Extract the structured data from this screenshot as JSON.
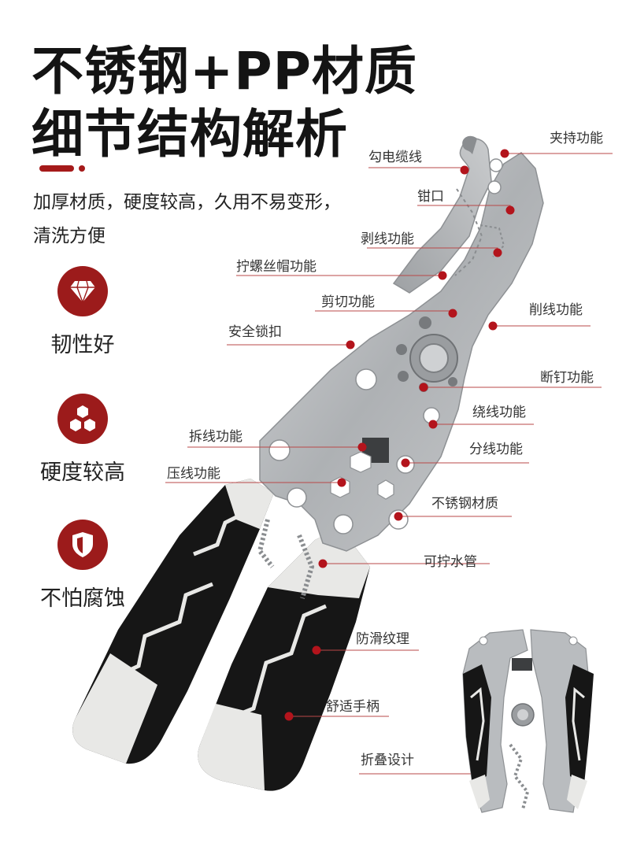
{
  "title": {
    "line1": "不锈钢+PP材质",
    "line2": "细节结构解析"
  },
  "description": "加厚材质，硬度较高，久用不易变形，清洗方便",
  "features": [
    {
      "label": "韧性好",
      "icon": "diamond-icon"
    },
    {
      "label": "硬度较高",
      "icon": "hexagon-cluster-icon"
    },
    {
      "label": "不怕腐蚀",
      "icon": "shield-icon"
    }
  ],
  "callouts": {
    "clamp": "夹持功能",
    "hook": "勾电缆线",
    "jaw": "钳口",
    "strip": "剥线功能",
    "screw": "拧螺丝帽功能",
    "shear": "剪切功能",
    "scrape": "削线功能",
    "lock": "安全锁扣",
    "nail": "断钉功能",
    "twist": "绕线功能",
    "unstrand": "拆线功能",
    "split": "分线功能",
    "crimp": "压线功能",
    "steel": "不锈钢材质",
    "pipe": "可拧水管",
    "antislip": "防滑纹理",
    "grip": "舒适手柄",
    "fold": "折叠设计"
  },
  "colors": {
    "accent": "#a51a1a",
    "dot": "#b3141c",
    "line": "#b94848",
    "handle_dark": "#161616",
    "handle_light": "#e8e8e6",
    "steel": "#b9bcbf"
  }
}
